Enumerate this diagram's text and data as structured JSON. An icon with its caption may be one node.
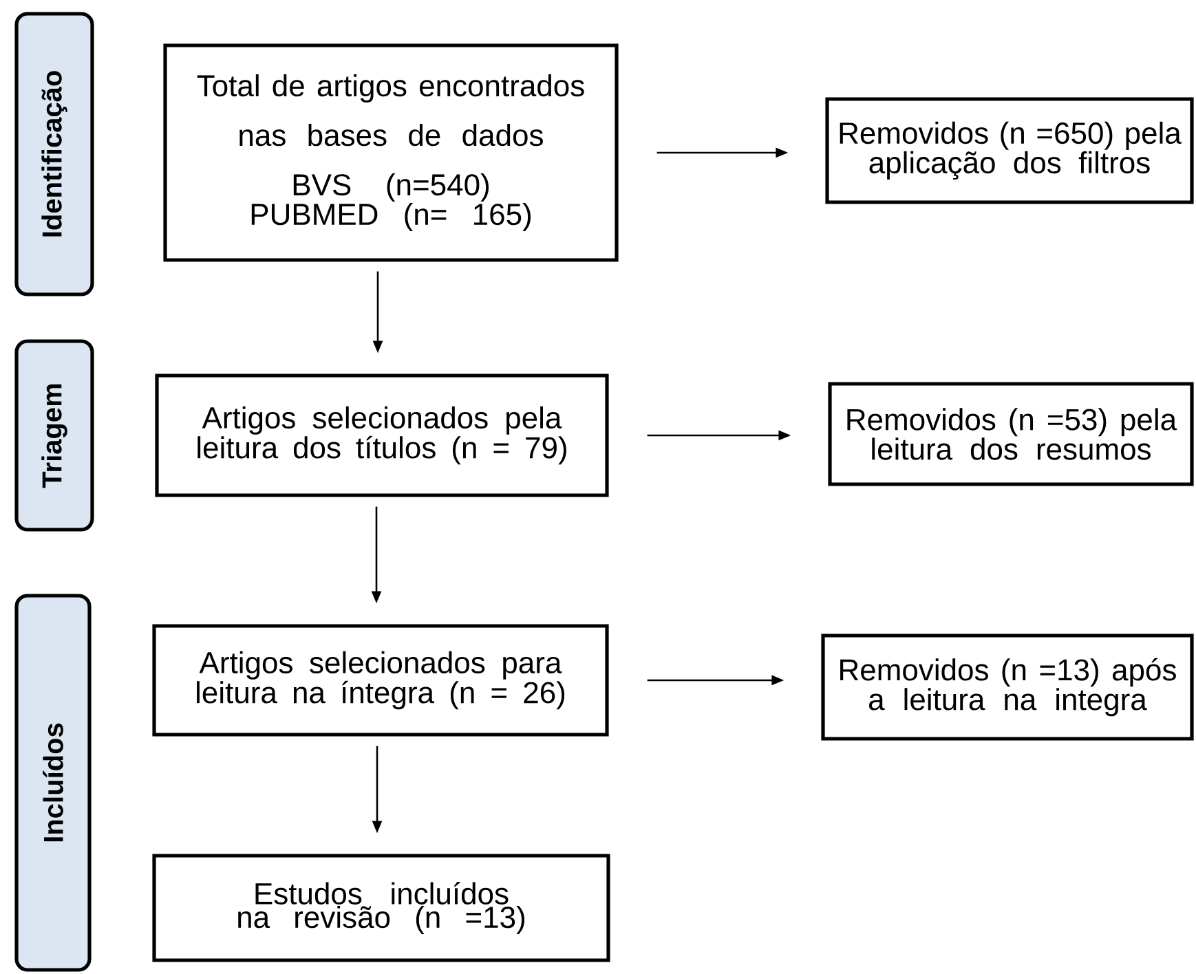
{
  "diagram": {
    "nodes": [
      {
        "text": [
          "Identificação"
        ]
      },
      {
        "text": [
          "Total de artigos encontrados nas bases de dados",
          "BVS (n=540)",
          "PUBMED (n= 165)"
        ]
      },
      {
        "text": [
          "Removidos (n =650) pela aplicação dos filtros"
        ]
      },
      {
        "text": [
          "Triagem"
        ]
      },
      {
        "text": [
          "Artigos selecionados pela leitura dos títulos (n = 79)"
        ]
      },
      {
        "text": [
          "Removidos (n =53) pela leitura dos resumos"
        ]
      },
      {
        "text": [
          "Incluídos"
        ]
      },
      {
        "text": [
          "Artigos selecionados para leitura na íntegra (n = 26)"
        ]
      },
      {
        "text": [
          "Removidos (n =13) após a leitura na integra"
        ]
      },
      {
        "text": [
          "Estudos incluídos na revisão (n =13)"
        ]
      }
    ],
    "edges": [
      {
        "from": 1,
        "to": 2,
        "arrow": "to"
      },
      {
        "from": 1,
        "to": 4,
        "arrow": "to"
      },
      {
        "from": 4,
        "to": 5,
        "arrow": "to"
      },
      {
        "from": 4,
        "to": 7,
        "arrow": "to"
      },
      {
        "from": 7,
        "to": 8,
        "arrow": "to"
      },
      {
        "from": 7,
        "to": 9,
        "arrow": "to"
      }
    ]
  }
}
